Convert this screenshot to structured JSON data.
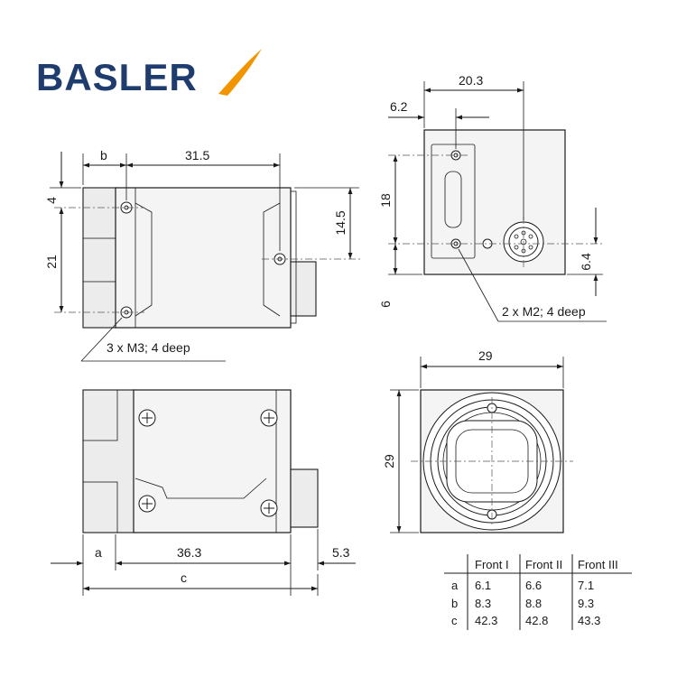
{
  "brand": {
    "name": "BASLER",
    "color": "#1f3c6e",
    "accent": "#f29400"
  },
  "side_view": {
    "dim_b": "b",
    "dim_length": "31.5",
    "dim_top_offset": "4",
    "dim_hole_spacing": "21",
    "dim_right_height": "14.5",
    "note": "3 x M3; 4 deep"
  },
  "back_view": {
    "dim_width": "20.3",
    "dim_offset": "6.2",
    "dim_hole_spacing": "18",
    "dim_bottom": "6",
    "dim_connector_height": "6.4",
    "note": "2 x M2; 4 deep"
  },
  "bottom_view": {
    "dim_a": "a",
    "dim_length": "36.3",
    "dim_connector": "5.3",
    "dim_c": "c"
  },
  "front_view": {
    "dim_width": "29",
    "dim_height": "29"
  },
  "table": {
    "headers": [
      "",
      "Front I",
      "Front II",
      "Front III"
    ],
    "rows": [
      [
        "a",
        "6.1",
        "6.6",
        "7.1"
      ],
      [
        "b",
        "8.3",
        "8.8",
        "9.3"
      ],
      [
        "c",
        "42.3",
        "42.8",
        "43.3"
      ]
    ]
  }
}
